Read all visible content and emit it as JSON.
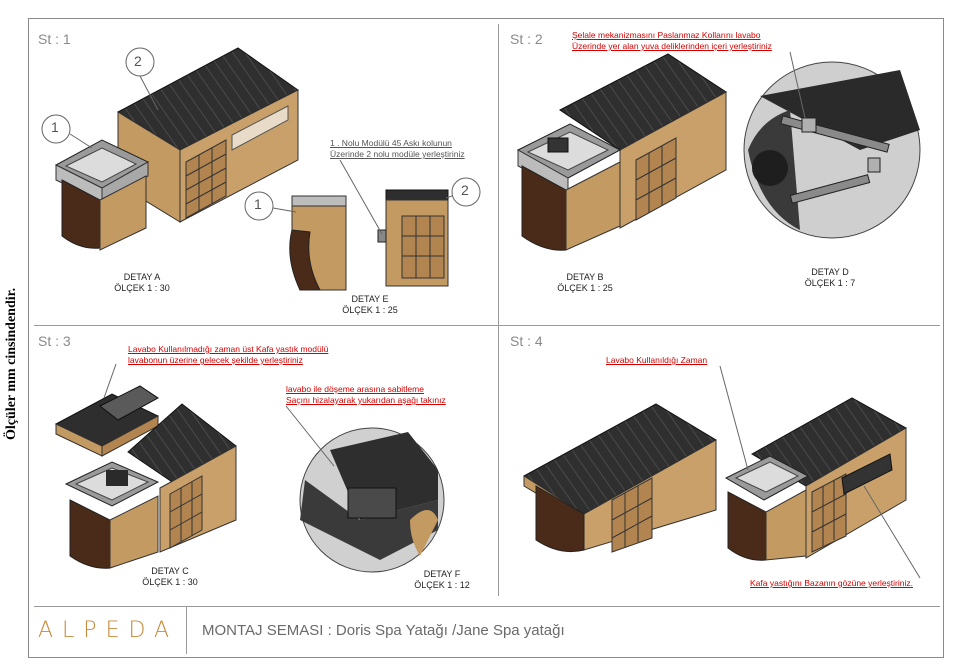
{
  "side_note": "Ölçüler mm cinsindendir.",
  "steps": {
    "s1": "St : 1",
    "s2": "St : 2",
    "s3": "St : 3",
    "s4": "St : 4"
  },
  "balloons": {
    "one": "1",
    "two": "2"
  },
  "captions": {
    "detay_a": "DETAY A",
    "olcek_a": "ÖLÇEK 1 : 30",
    "detay_e": "DETAY E",
    "olcek_e": "ÖLÇEK 1 : 25",
    "detay_b": "DETAY B",
    "olcek_b": "ÖLÇEK 1 : 25",
    "detay_d": "DETAY D",
    "olcek_d": "ÖLÇEK 1 : 7",
    "detay_c": "DETAY C",
    "olcek_c": "ÖLÇEK 1 : 30",
    "detay_f": "DETAY F",
    "olcek_f": "ÖLÇEK 1 : 12"
  },
  "notes": {
    "st1_line1": "1 . Nolu Modülü 45 Askı kolunun",
    "st1_line2": "Üzerinde   2 nolu modüle yerleştiriniz",
    "st2_line1": "Şelale mekanizmasını Paslanmaz Kollarını   lavabo",
    "st2_line2": "Üzerinde yer alan yuva deliklerinden içeri yerleştiriniz",
    "st3a_line1": "Lavabo Kullanılmadığı zaman üst Kafa yastık modülü",
    "st3a_line2": "lavabonun üzerine gelecek şekilde yerleştiriniz",
    "st3b_line1": "lavabo ile döşeme arasına sabitleme",
    "st3b_line2": "Saçını hizalayarak yukarıdan aşağı takınız",
    "st4a": "Lavabo Kullanıldığı Zaman",
    "st4b": "Kafa yastığını Bazanın gözüne yerleştiriniz."
  },
  "footer": {
    "logo": "ALPEDA",
    "title": "MONTAJ SEMASI : Doris Spa Yatağı /Jane Spa yatağı"
  },
  "colors": {
    "wood": "#c49a63",
    "dark_wood": "#4a2a18",
    "top": "#2e2e2e",
    "red": "#d40000"
  }
}
